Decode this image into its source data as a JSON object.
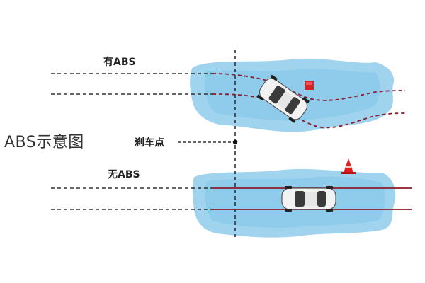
{
  "diagram": {
    "title": "ABS示意图",
    "labels": {
      "with_abs": "有ABS",
      "brake_point": "刹车点",
      "without_abs": "无ABS"
    },
    "colors": {
      "water": "#9fd3ee",
      "water_dark": "#7cc0e4",
      "guide_line": "#333333",
      "skid_mark": "#8b1a2a",
      "car_body": "#f2f2f2",
      "car_glass": "#3a3a3a",
      "obstacle_box": "#d8222a",
      "cone": "#e02020"
    },
    "icons": [
      "car-icon",
      "obstacle-box-icon",
      "traffic-cone-icon"
    ]
  }
}
